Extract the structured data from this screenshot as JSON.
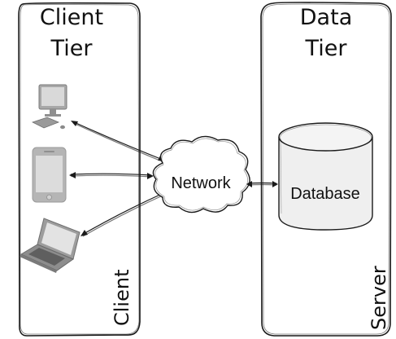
{
  "client_tier": {
    "title_line1": "Client",
    "title_line2": "Tier",
    "side_label": "Client"
  },
  "data_tier": {
    "title_line1": "Data",
    "title_line2": "Tier",
    "side_label": "Server"
  },
  "network": {
    "label": "Network"
  },
  "database": {
    "label": "Database"
  },
  "devices": [
    {
      "icon": "desktop-computer-icon"
    },
    {
      "icon": "mobile-phone-icon"
    },
    {
      "icon": "laptop-icon"
    }
  ],
  "colors": {
    "stroke": "#1a1a1a",
    "device_gray": "#9a9a9a",
    "device_light": "#d8d8d8",
    "db_fill": "#efefef"
  }
}
